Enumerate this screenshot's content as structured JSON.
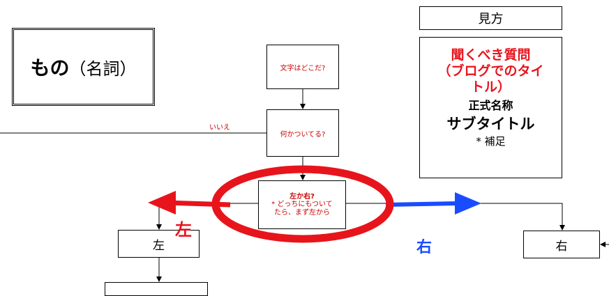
{
  "title": {
    "main": "もの",
    "paren": "（名詞）"
  },
  "nodes": {
    "q1": "文字はどこだ?",
    "q2": "何かついてる?",
    "q3_bold": "左か右?",
    "q3_lines": [
      "* どっちにもついて",
      "たら、まず左から"
    ],
    "left": "左",
    "right": "右"
  },
  "edge_labels": {
    "no": "いいえ"
  },
  "annotations": {
    "left": "左",
    "right": "右"
  },
  "legend": {
    "header": "見方",
    "question_lines": [
      "聞くべき質問",
      "（ブログでのタイ",
      "トル）"
    ],
    "official_name": "正式名称",
    "subtitle": "サブタイトル",
    "note": "* 補足"
  },
  "colors": {
    "highlight_red": "#e8141c",
    "highlight_blue": "#1a4cff",
    "question_text": "#cc0000"
  }
}
